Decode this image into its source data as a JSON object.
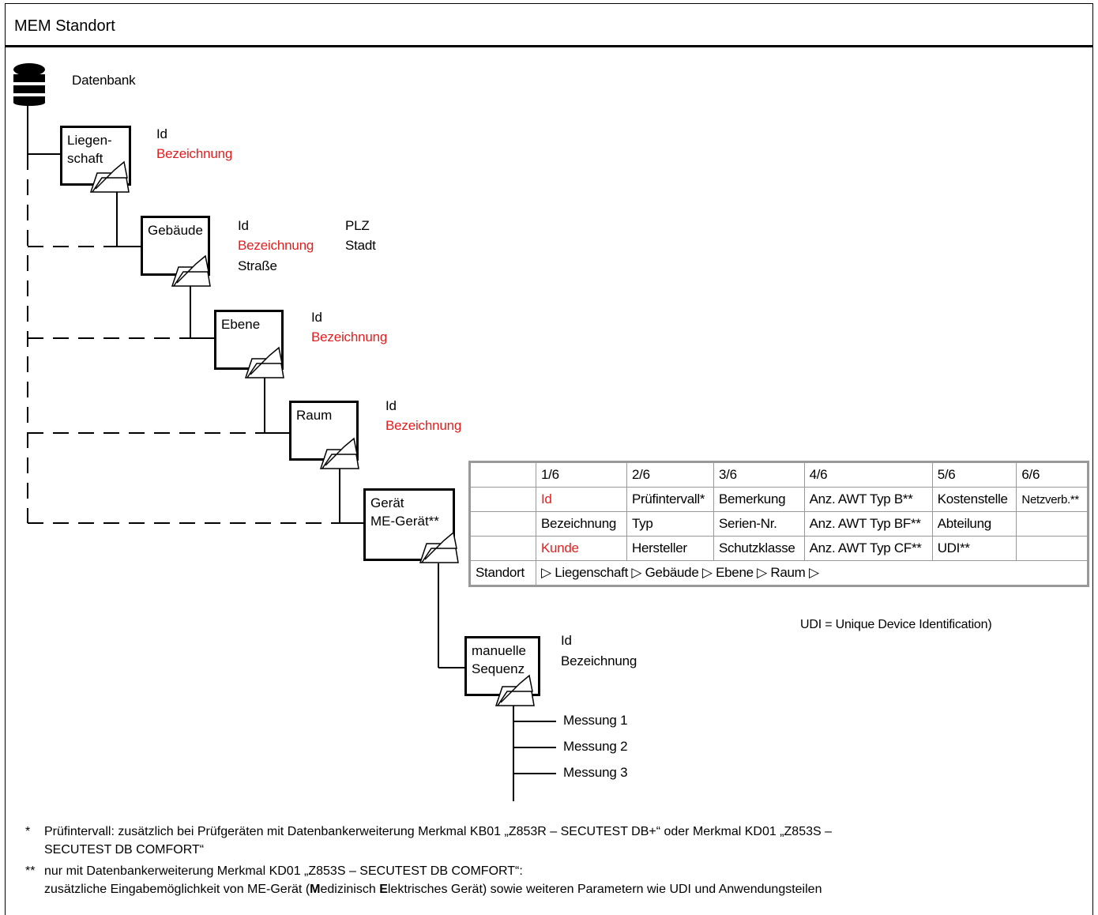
{
  "header": {
    "title": "MEM Standort"
  },
  "database": {
    "label": "Datenbank"
  },
  "nodes": {
    "liegenschaft": {
      "line1": "Liegen-",
      "line2": "schaft",
      "fields": [
        "Id",
        "Bezeichnung"
      ]
    },
    "gebaeude": {
      "label": "Gebäude",
      "fields": [
        "Id",
        "Bezeichnung",
        "Straße",
        "PLZ",
        "Stadt"
      ]
    },
    "ebene": {
      "label": "Ebene",
      "fields": [
        "Id",
        "Bezeichnung"
      ]
    },
    "raum": {
      "label": "Raum",
      "fields": [
        "Id",
        "Bezeichnung"
      ]
    },
    "geraet": {
      "line1": "Gerät",
      "line2": "ME-Gerät**"
    },
    "sequenz": {
      "line1": "manuelle",
      "line2": "Sequenz",
      "fields": [
        "Id",
        "Bezeichnung"
      ]
    }
  },
  "measurements": [
    "Messung 1",
    "Messung 2",
    "Messung 3"
  ],
  "table": {
    "headers": [
      "",
      "1/6",
      "2/6",
      "3/6",
      "4/6",
      "5/6",
      "6/6"
    ],
    "rows": [
      [
        "",
        "Id",
        "Prüfintervall*",
        "Bemerkung",
        "Anz. AWT Typ B**",
        "Kostenstelle",
        "Netzverb.**"
      ],
      [
        "",
        "Bezeichnung",
        "Typ",
        "Serien-Nr.",
        "Anz. AWT Typ BF**",
        "Abteilung",
        ""
      ],
      [
        "",
        "Kunde",
        "Hersteller",
        "Schutzklasse",
        "Anz. AWT Typ CF**",
        "UDI**",
        ""
      ]
    ],
    "standort_label": "Standort",
    "standort_path": "▷ Liegenschaft ▷ Gebäude ▷ Ebene ▷ Raum ▷"
  },
  "udi_note": "UDI = Unique Device Identification)",
  "footnotes": {
    "f1_mark": "*",
    "f1_line1": "Prüfintervall: zusätzlich bei Prüfgeräten mit Datenbankerweiterung Merkmal KB01 „Z853R – SECUTEST DB+“ oder Merkmal KD01 „Z853S –",
    "f1_line2": "SECUTEST DB COMFORT“",
    "f2_mark": "**",
    "f2_line1": "nur mit Datenbankerweiterung Merkmal KD01 „Z853S – SECUTEST DB COMFORT“:",
    "f2_line2_a": "zusätzliche Eingabemöglichkeit von ME-Gerät (",
    "f2_line2_b": "M",
    "f2_line2_c": "edizinisch ",
    "f2_line2_d": "E",
    "f2_line2_e": "lektrisches Gerät) sowie weiteren Parametern wie UDI und Anwendungsteilen"
  },
  "colors": {
    "required": "#e02020",
    "table_border": "#999999"
  }
}
